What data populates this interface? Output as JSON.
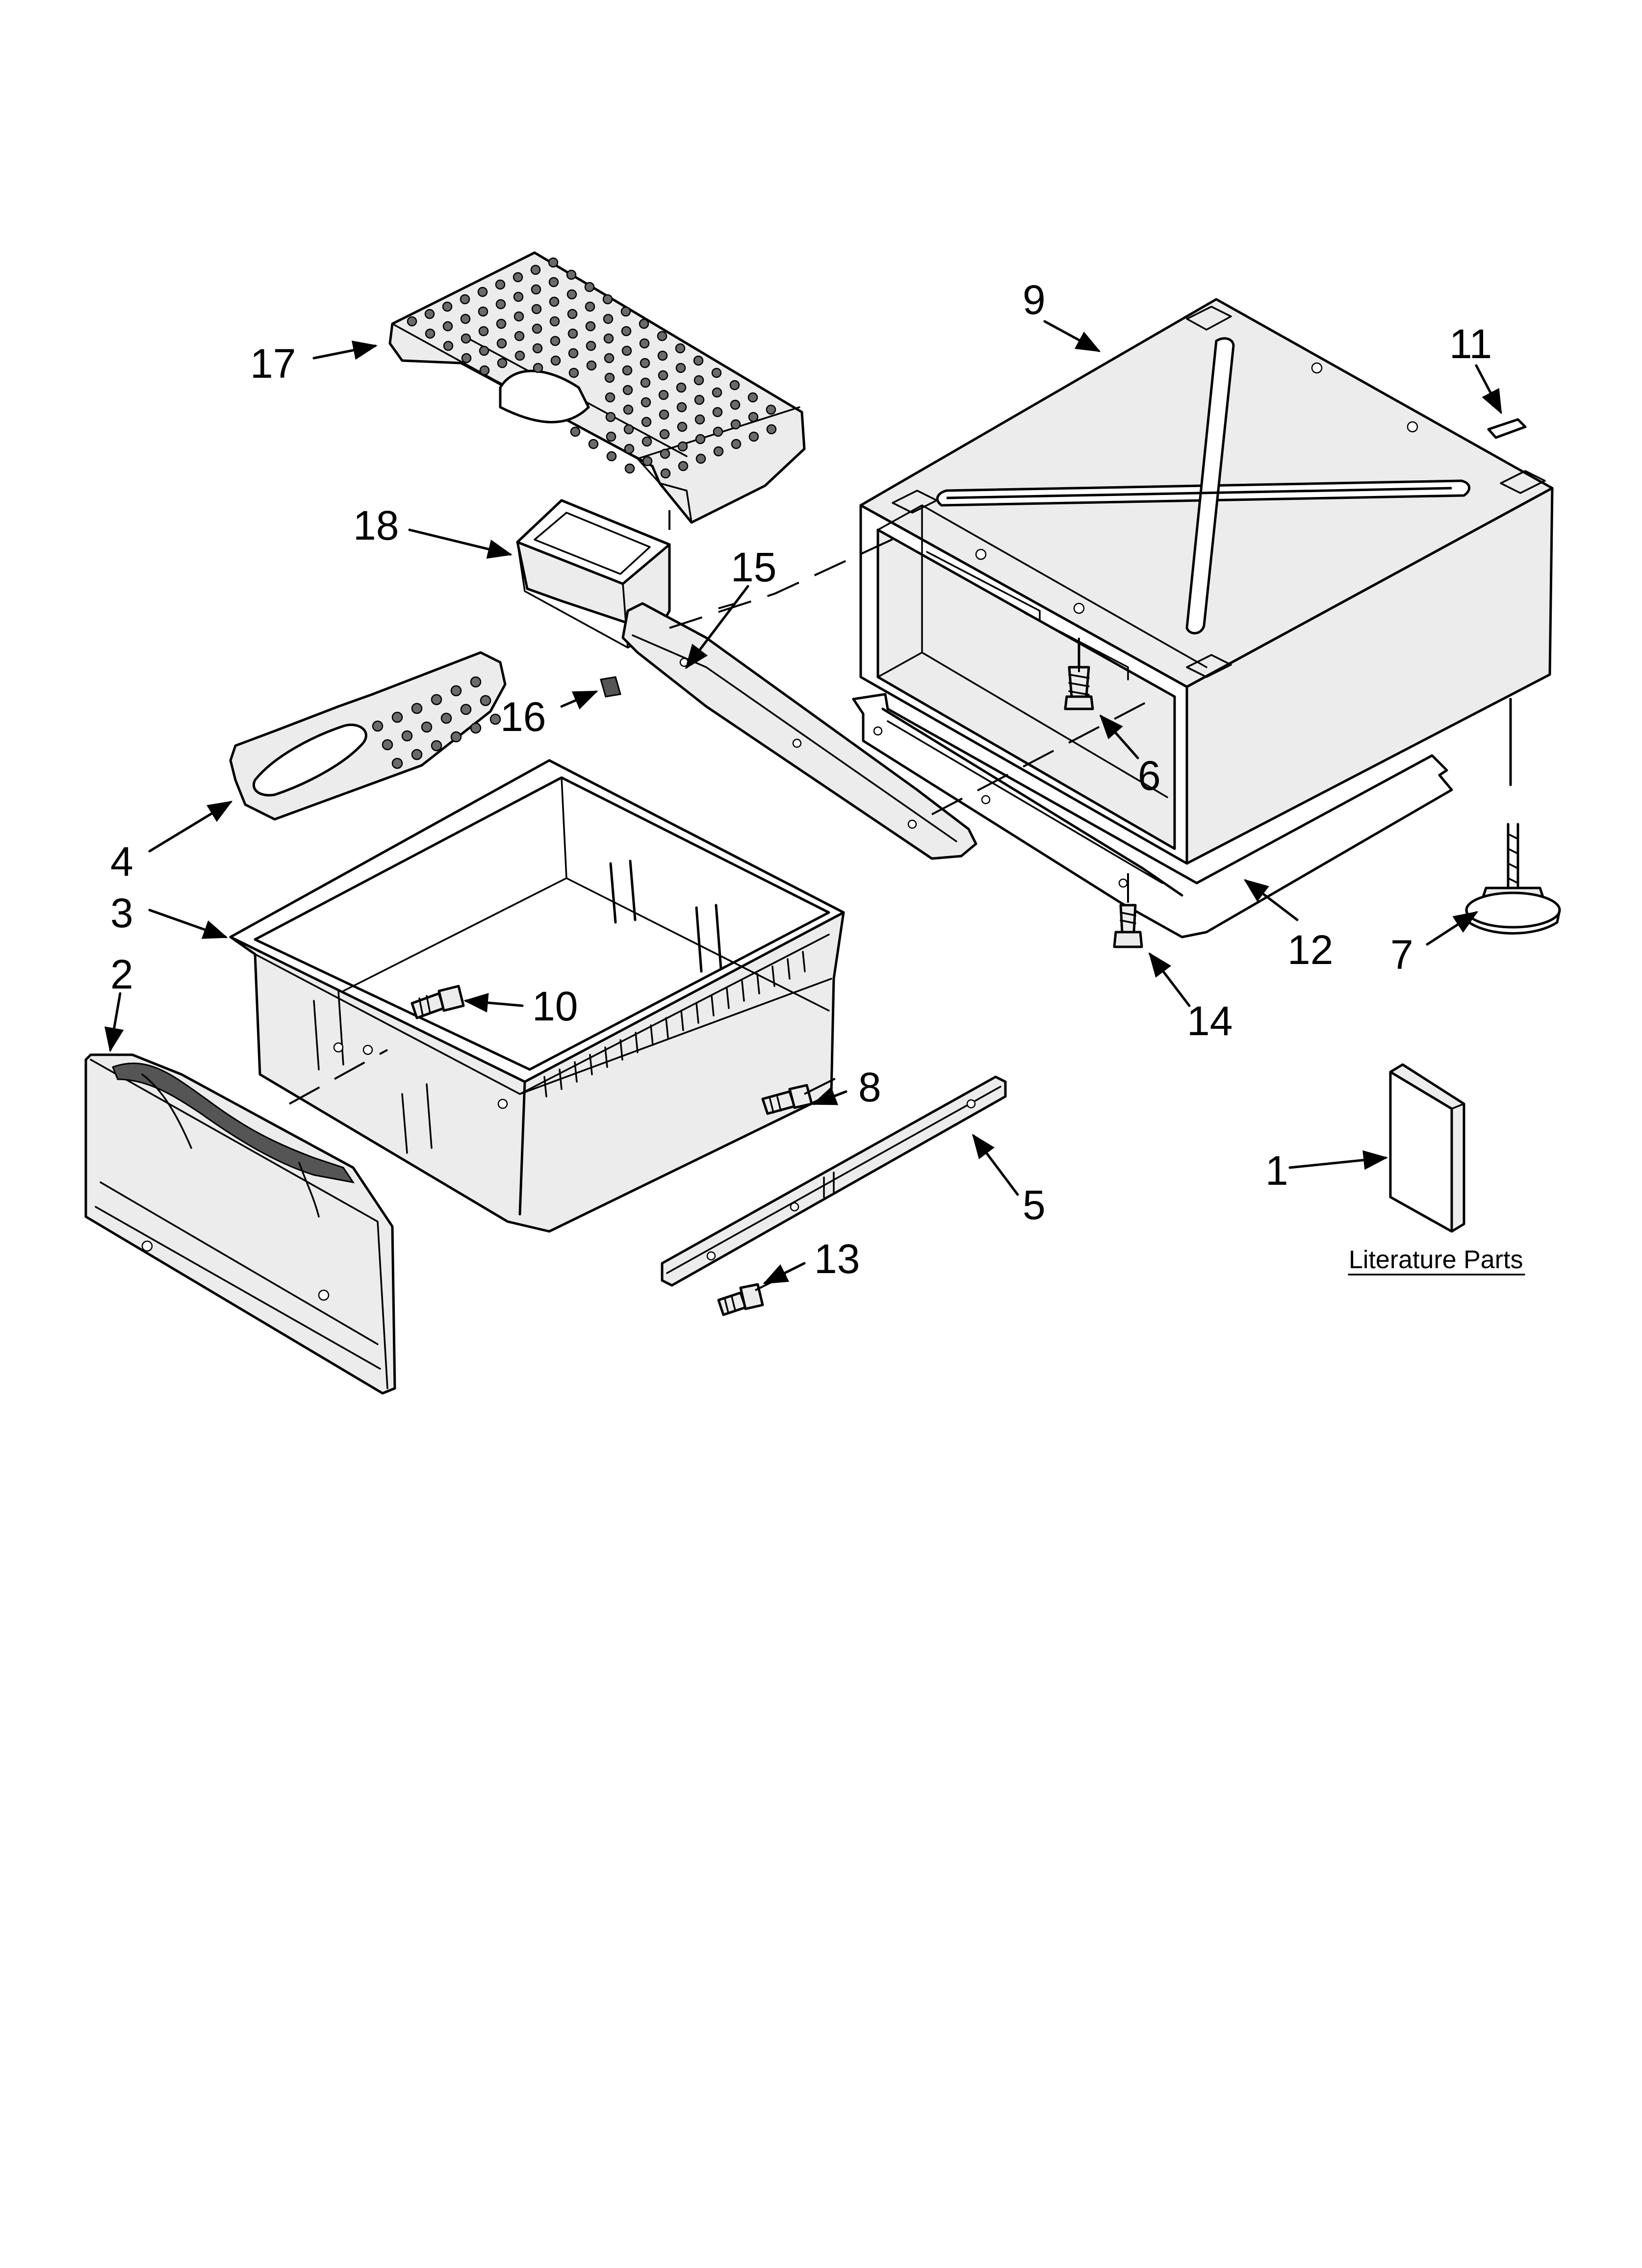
{
  "diagram": {
    "callouts": {
      "c1": "1",
      "c2": "2",
      "c3": "3",
      "c4": "4",
      "c5": "5",
      "c6": "6",
      "c7": "7",
      "c8": "8",
      "c9": "9",
      "c10": "10",
      "c11": "11",
      "c12": "12",
      "c13": "13",
      "c14": "14",
      "c15": "15",
      "c16": "16",
      "c17": "17",
      "c18": "18"
    },
    "caption": "Literature Parts"
  }
}
